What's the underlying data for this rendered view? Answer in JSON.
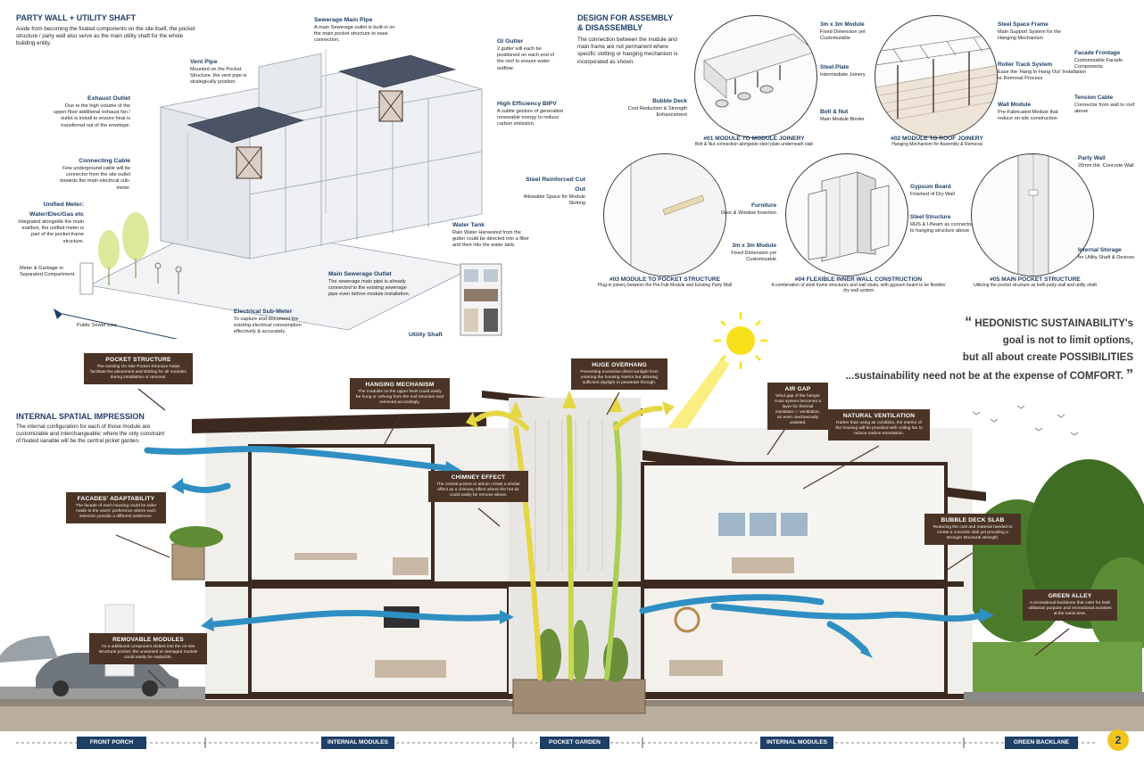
{
  "top_left": {
    "title": "PARTY WALL + UTILITY SHAFT",
    "desc": "Aside from becoming the fixated components on the site itself, the pocket structure / party wall also serve as the main utility shaft for the whole building entity."
  },
  "callouts": {
    "vent_pipe": {
      "title": "Vent Pipe",
      "desc": "Mounted on the Pocket Structure, the vent pipe is strategically position."
    },
    "sewerage_main_pipe": {
      "title": "Sewerage Main Pipe",
      "desc": "A main Sewerage outlet is built-in on the main pocket structure to ease connection."
    },
    "gi_gutter": {
      "title": "GI Gutter",
      "desc": "2 gutter will each be positioned on each end of the roof to ensure water outflow."
    },
    "bipv": {
      "title": "High Efficiency BIPV",
      "desc": "A subtle gesture of generation renewable energy to reduce carbon emission."
    },
    "exhaust_outlet": {
      "title": "Exhaust Outlet",
      "desc": "Due to the high volume of the upper floor additional exhaust fan / outlet is install to ensure heat is transferred out of the envelope."
    },
    "connecting_cable": {
      "title": "Connecting Cable",
      "desc": "Few underground cable will be connector from the site outlet towards the main electrical sub-meter."
    },
    "unified_meter": {
      "title": "Unified Meter: Water/Elec/Gas etc",
      "desc": "Integrated alongside the main mailbox, the unified meter is part of the pocket frame structure."
    },
    "meter_garbage": {
      "desc": "Meter & Garbage in Separated Compartment"
    },
    "public_sewer": {
      "desc": "Public Sewer Line"
    },
    "electrical_submeter": {
      "title": "Electrical Sub-Meter",
      "desc": "To capture and document the existing electrical consumption effectively & accurately."
    },
    "main_sewerage_outlet": {
      "title": "Main Sewerage Outlet",
      "desc": "The sewerage main pipe is already connected to the existing sewerage pipe even before module installation."
    },
    "water_tank": {
      "title": "Water Tank",
      "desc": "Rain Water Harvested from the gutter could be directed into a filter and then into the water tank."
    },
    "utility_shaft": {
      "title": "Utility Shaft"
    },
    "steel_cutout": {
      "title": "Steel Reinforced Cut Out",
      "desc": "Allowable Space for Module Slotting"
    }
  },
  "assembly": {
    "title": "DESIGN FOR ASSEMBLY & DISASSEMBLY",
    "desc": "The connection between the module and main frame are not permanent where specific slotting or hanging mechanism is incorporated as shown."
  },
  "details": {
    "d1": {
      "title": "#01 MODULE TO MODULE JOINERY",
      "desc": "Bolt & Nut connection alongside steel plate underneath slab",
      "labels": [
        {
          "t": "3m x 3m Module",
          "d": "Fixed Dimension yet Customizable"
        },
        {
          "t": "Steel Plate",
          "d": "Intermediate Joinery"
        },
        {
          "t": "Bolt & Nut",
          "d": "Main Module Binder"
        },
        {
          "t": "Bubble Deck",
          "d": "Cost Reduction & Strength Enhancement"
        }
      ]
    },
    "d2": {
      "title": "#02 MODULE TO ROOF JOINERY",
      "desc": "Hanging Mechanism for Assembly & Removal",
      "labels": [
        {
          "t": "Steel Space Frame",
          "d": "Main Support System for the Hanging Mechanism"
        },
        {
          "t": "Roller Track System",
          "d": "Ease the 'Hang In Hang Out' Installation or Removal Process"
        },
        {
          "t": "Wall Module",
          "d": "Pre-Fabricated Module that reduce on site construction"
        },
        {
          "t": "Facade Frontage",
          "d": "Customizable Facade Components"
        },
        {
          "t": "Tension Cable",
          "d": "Connector from wall to roof above"
        }
      ]
    },
    "d3": {
      "title": "#03 MODULE TO POCKET STRUCTURE",
      "desc": "Plug-in joinery between the Pre-Fab Module and Existing Party Wall"
    },
    "d4": {
      "title": "#04 FLEXIBLE INNER WALL CONSTRUCTION",
      "desc": "A combination of steel frame structures and wall studs, with gypsum board to be flexible/ dry wall system",
      "labels": [
        {
          "t": "Furniture",
          "d": "Door & Window Insertion"
        },
        {
          "t": "Gypsum Board",
          "d": "Finished of Dry Wall"
        },
        {
          "t": "Steel Structure",
          "d": "RHS & I-Beam as connector to hanging structure above"
        },
        {
          "t": "3m x 3m Module",
          "d": "Fixed Dimension yet Customizable"
        }
      ]
    },
    "d5": {
      "title": "#05 MAIN POCKET STRUCTURE",
      "desc": "Utilizing the pocket structure as both party wall and utility shaft",
      "labels": [
        {
          "t": "Party Wall",
          "d": "20mm thk. Concrete Wall"
        },
        {
          "t": "Internal Storage",
          "d": "for Utility Shaft & Devices"
        }
      ]
    }
  },
  "quote": {
    "line1": "HEDONISTIC SUSTAINABILITY's",
    "line2": "goal is not to limit options,",
    "line3": "but all about create POSSIBILITIES",
    "line4": "...sustainability need not be at the expense of COMFORT."
  },
  "section": {
    "pocket_structure": {
      "title": "POCKET STRUCTURE",
      "desc": "The existing On-Site Pocket Structure helps facilitate the placement and slotting for all modules during installation or removal."
    },
    "internal_spatial": {
      "title": "INTERNAL SPATIAL IMPRESSION",
      "desc": "The internal configuration for each of those module are customizable and interchangeable; where the only constraint of fixated variable will be the central picket garden."
    },
    "hanging": {
      "title": "HANGING MECHANISM",
      "desc": "The modules on the upper level could easily be hung or unhung from the roof structure and removed accordingly."
    },
    "overhang": {
      "title": "HUGE OVERHANG",
      "desc": "Preventing excessive direct sunlight from entering the housing interior but allowing sufficient daylight to penetrate through."
    },
    "air_gap": {
      "title": "AIR GAP",
      "desc": "Wind gap of the hanger truss system becomes a layer for thermal insulation or ventilation, air even mechanically assisted."
    },
    "natural_vent": {
      "title": "NATURAL VENTILATION",
      "desc": "Rather than using air condition, the interior of the housing will be provided with ceiling fan to reduce carbon emmission."
    },
    "chimney": {
      "title": "CHIMNEY EFFECT",
      "desc": "The central pocket or atrium create a similar effect as a chimney effect where the hot air could easily be remove above."
    },
    "facades": {
      "title": "FACADES' ADAPTABILITY",
      "desc": "The facade of each housing could be tailor made to the users' preference where each selection provide a different ambience."
    },
    "bubble_deck": {
      "title": "BUBBLE DECK SLAB",
      "desc": "Reducing the cost and material needed to create a concrete slab yet providing a stronger structural strength."
    },
    "removable": {
      "title": "REMOVABLE MODULES",
      "desc": "As a additional component slotted into the on-site structural pocket, the unwanted or damaged module could easily be replacble."
    },
    "green_alley": {
      "title": "GREEN ALLEY",
      "desc": "A recreational backbone that cater for both utilitarian purpose and recreational activities at the same time."
    }
  },
  "footer": {
    "labels": [
      "FRONT PORCH",
      "INTERNAL MODULES",
      "POCKET GARDEN",
      "INTERNAL MODULES",
      "GREEN BACKLANE"
    ],
    "page": "2"
  },
  "colors": {
    "navy": "#1e3f66",
    "brown": "#4b3426",
    "arrow_blue": "#2f8fc2",
    "arrow_yellow": "#e9d84a",
    "sun": "#f6e01a",
    "badge": "#f0c41b"
  }
}
